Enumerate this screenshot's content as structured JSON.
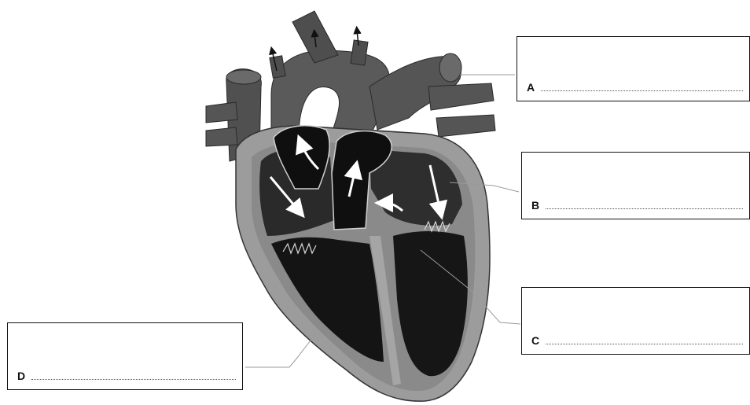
{
  "diagram": {
    "labels": [
      {
        "letter": "A"
      },
      {
        "letter": "B"
      },
      {
        "letter": "C"
      },
      {
        "letter": "D"
      }
    ],
    "colors": {
      "vessel": "#4a4a4a",
      "vessel_light": "#6d6d6d",
      "wall": "#9a9a9a",
      "chamber": "#151515",
      "chamber_mid": "#2a2a2a",
      "arrow": "#ffffff",
      "leader": "#999999"
    }
  }
}
